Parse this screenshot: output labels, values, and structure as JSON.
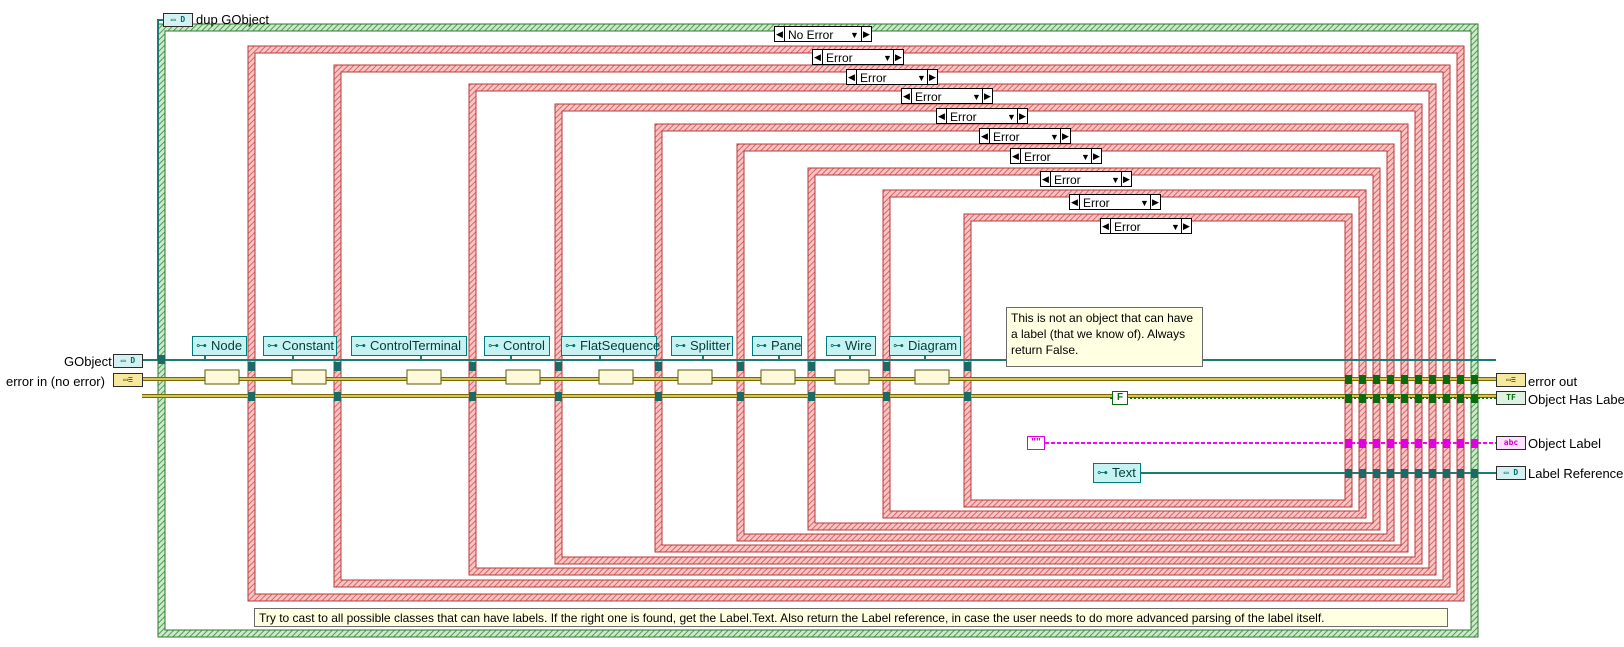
{
  "terminals": {
    "gobject_in": "GObject",
    "error_in": "error in (no error)",
    "dup_gobject": "dup GObject",
    "error_out": "error out",
    "has_label": "Object Has Label?",
    "object_label": "Object Label",
    "label_reference": "Label Reference"
  },
  "outer_case": {
    "selector": "No Error"
  },
  "nested_cases": [
    "Error",
    "Error",
    "Error",
    "Error",
    "Error",
    "Error",
    "Error",
    "Error",
    "Error"
  ],
  "class_constants": [
    "Node",
    "Constant",
    "ControlTerminal",
    "Control",
    "FlatSequence",
    "Splitter",
    "Pane",
    "Wire",
    "Diagram"
  ],
  "text_constant": "Text",
  "bool_constant": "F",
  "string_constant": "\"\"",
  "comment_inner": "This is not an object that can have a label (that we know of). Always return False.",
  "comment_outer": "Try to cast to all possible classes that can have labels. If the right one is found, get the Label.Text. Also return the Label reference, in case the user needs to do more advanced parsing of the label itself.",
  "colors": {
    "ref_wire": "#1c7a77",
    "error_wire": "#7a6a00",
    "bool_wire": "#0b7a0b",
    "string_wire": "#ff00ff",
    "case_red": "#e05a5a",
    "case_green": "#3a8e3a"
  }
}
